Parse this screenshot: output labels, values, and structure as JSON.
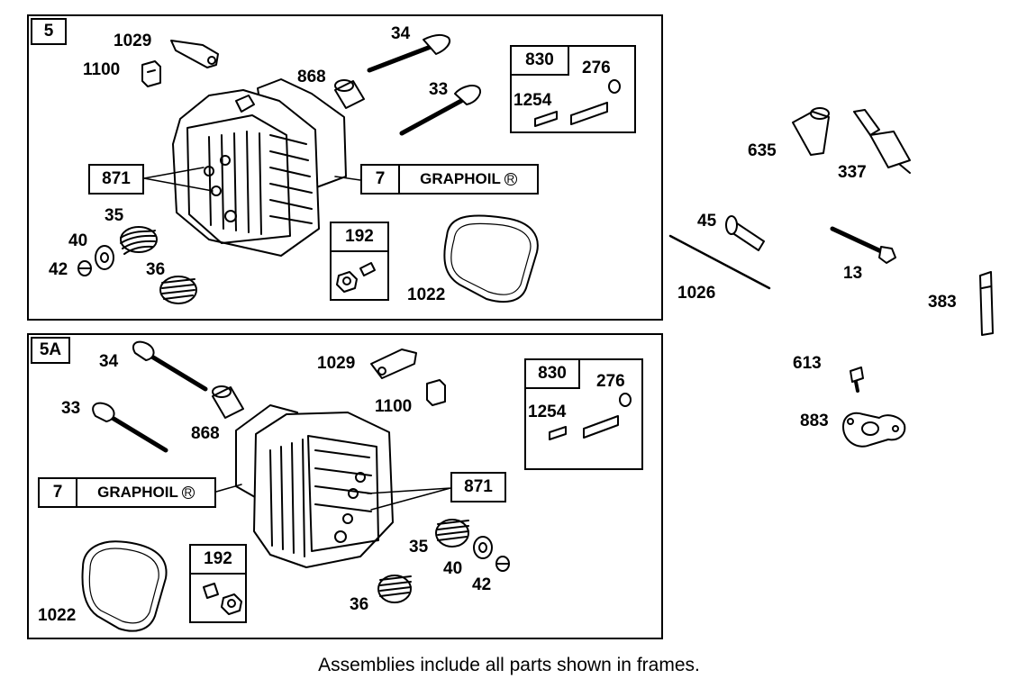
{
  "frame_5": {
    "id": "5",
    "kit_830": {
      "box": "830",
      "a": "276",
      "b": "1254"
    },
    "kit_192": "192",
    "graphoil_num": "7",
    "graphoil_text": "GRAPHOIL",
    "reg_mark": "R",
    "labels": {
      "p1029": "1029",
      "p1100": "1100",
      "p34": "34",
      "p868": "868",
      "p33": "33",
      "p871": "871",
      "p35": "35",
      "p40": "40",
      "p42": "42",
      "p36": "36",
      "p1022": "1022"
    }
  },
  "frame_5a": {
    "id": "5A",
    "kit_830": {
      "box": "830",
      "a": "276",
      "b": "1254"
    },
    "kit_192": "192",
    "graphoil_num": "7",
    "graphoil_text": "GRAPHOIL",
    "reg_mark": "R",
    "labels": {
      "p34": "34",
      "p33": "33",
      "p868": "868",
      "p1029": "1029",
      "p1100": "1100",
      "p871": "871",
      "p35": "35",
      "p40": "40",
      "p42": "42",
      "p36": "36",
      "p1022": "1022"
    }
  },
  "loose_parts": {
    "p635": "635",
    "p337": "337",
    "p45": "45",
    "p1026": "1026",
    "p13": "13",
    "p383": "383",
    "p613": "613",
    "p883": "883"
  },
  "footnote": "Assemblies include all parts shown in frames."
}
